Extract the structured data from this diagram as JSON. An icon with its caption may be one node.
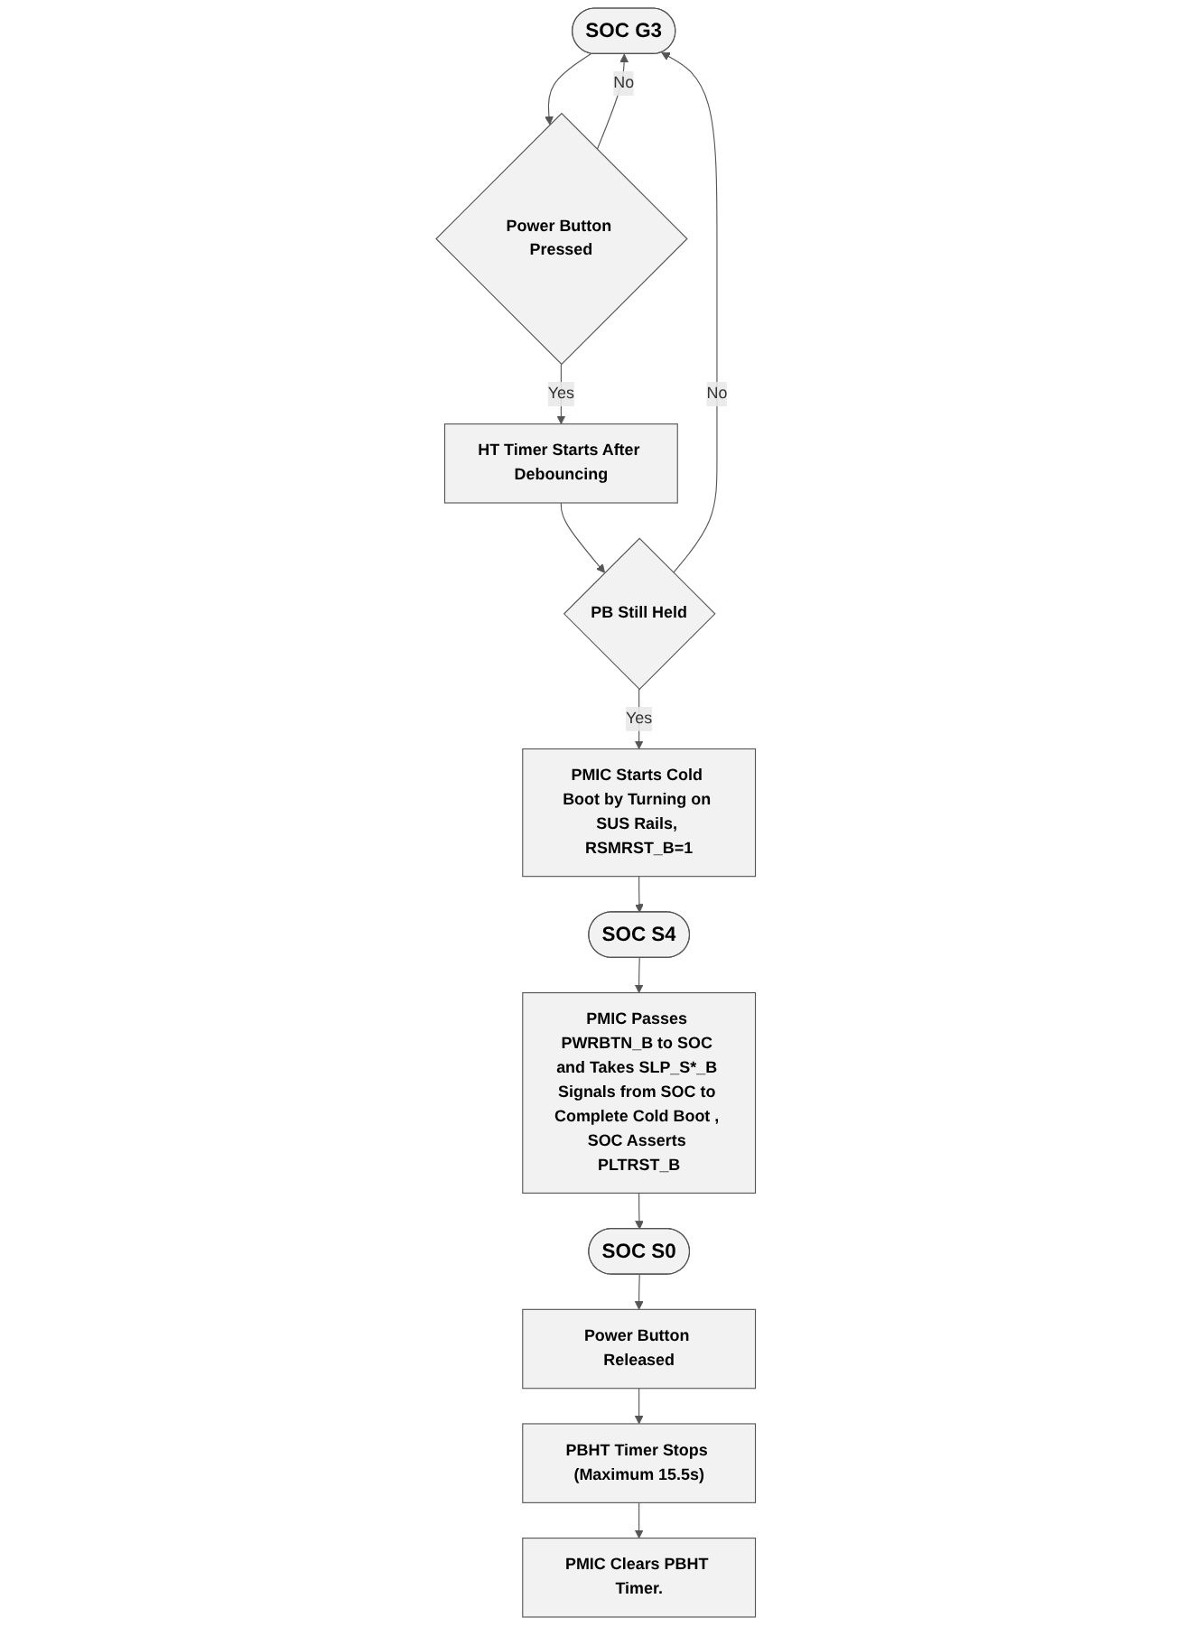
{
  "diagram": {
    "nodes": [
      {
        "text": [
          "SOC G3"
        ]
      },
      {
        "text": [
          "Power Button Pressed"
        ]
      },
      {
        "text": [
          "HT Timer Starts After Debouncing"
        ]
      },
      {
        "text": [
          "PB Still Held"
        ]
      },
      {
        "text": [
          "PMIC Starts Cold Boot by Turning on SUS Rails, RSMRST_B=1"
        ]
      },
      {
        "text": [
          "SOC S4"
        ]
      },
      {
        "text": [
          "PMIC Passes PWRBTN_B to SOC and Takes SLP_S*_B Signals from SOC to Complete Cold Boot , SOC Asserts PLTRST_B"
        ]
      },
      {
        "text": [
          "SOC S0"
        ]
      },
      {
        "text": [
          "Power Button Released"
        ]
      },
      {
        "text": [
          "PBHT Timer Stops (Maximum 15.5s)"
        ]
      },
      {
        "text": [
          "PMIC Clears PBHT Timer."
        ]
      }
    ],
    "edges": [
      {
        "from": 0,
        "to": 1,
        "arrow": "to"
      },
      {
        "from": 1,
        "to": 2,
        "arrow": "to",
        "label": "Yes"
      },
      {
        "from": 1,
        "to": 0,
        "arrow": "to",
        "label": "No"
      },
      {
        "from": 2,
        "to": 3,
        "arrow": "to"
      },
      {
        "from": 3,
        "to": 4,
        "arrow": "to",
        "label": "Yes"
      },
      {
        "from": 3,
        "to": 0,
        "arrow": "to",
        "label": "No"
      },
      {
        "from": 4,
        "to": 5,
        "arrow": "to"
      },
      {
        "from": 5,
        "to": 6,
        "arrow": "to"
      },
      {
        "from": 6,
        "to": 7,
        "arrow": "to"
      },
      {
        "from": 7,
        "to": 8,
        "arrow": "to"
      },
      {
        "from": 8,
        "to": 9,
        "arrow": "to"
      },
      {
        "from": 9,
        "to": 10,
        "arrow": "to"
      }
    ]
  }
}
